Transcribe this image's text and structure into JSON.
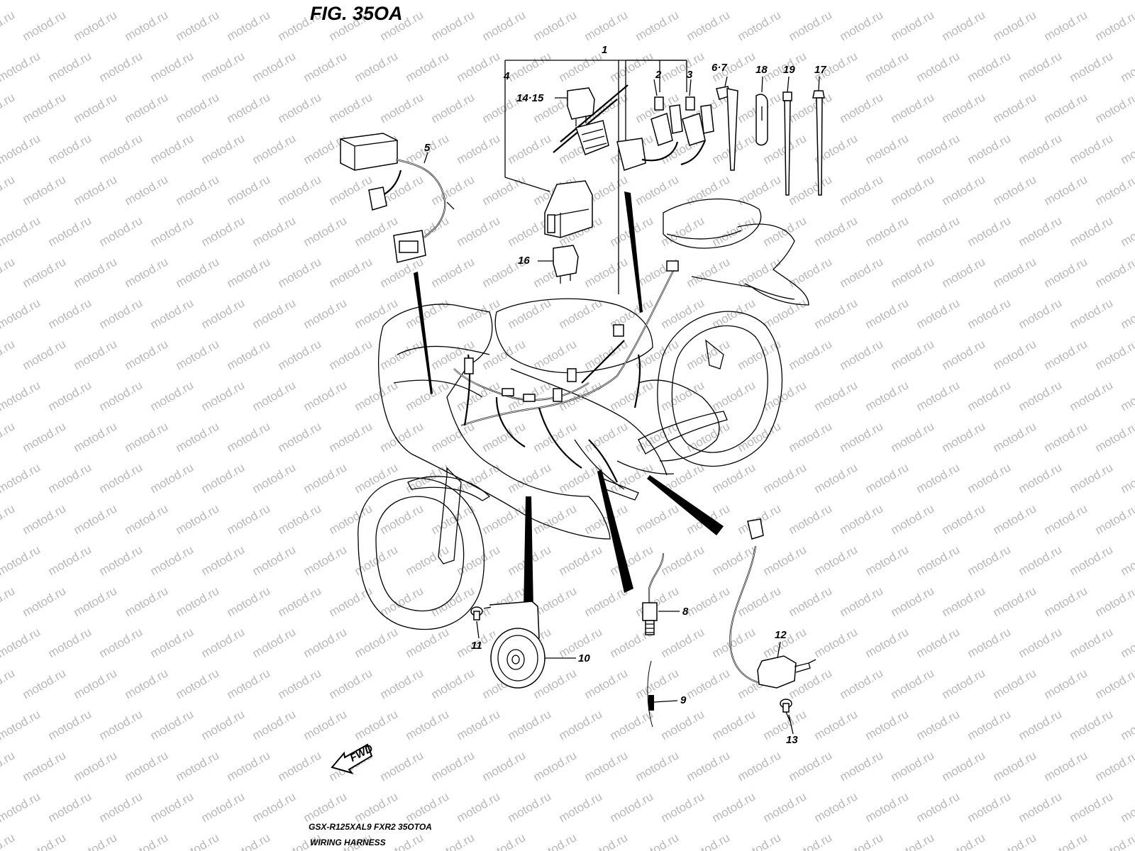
{
  "figure": {
    "title": "FIG. 35OA",
    "watermark_text": "motod.ru",
    "footer_model": "GSX-R125XAL9 FXR2 35OTOA",
    "footer_caption": "WIRING HARNESS",
    "fwd_label": "FWD",
    "line_color": "#000000",
    "watermark_color": "#b8b8b8"
  },
  "callouts": [
    {
      "id": "1",
      "label": "1"
    },
    {
      "id": "2",
      "label": "2"
    },
    {
      "id": "3",
      "label": "3"
    },
    {
      "id": "4",
      "label": "4"
    },
    {
      "id": "5",
      "label": "5"
    },
    {
      "id": "6-7",
      "label": "6·7"
    },
    {
      "id": "8",
      "label": "8"
    },
    {
      "id": "9",
      "label": "9"
    },
    {
      "id": "10",
      "label": "10"
    },
    {
      "id": "11",
      "label": "11"
    },
    {
      "id": "12",
      "label": "12"
    },
    {
      "id": "13",
      "label": "13"
    },
    {
      "id": "14-15",
      "label": "14·15"
    },
    {
      "id": "16",
      "label": "16"
    },
    {
      "id": "17",
      "label": "17"
    },
    {
      "id": "18",
      "label": "18"
    },
    {
      "id": "19",
      "label": "19"
    }
  ]
}
